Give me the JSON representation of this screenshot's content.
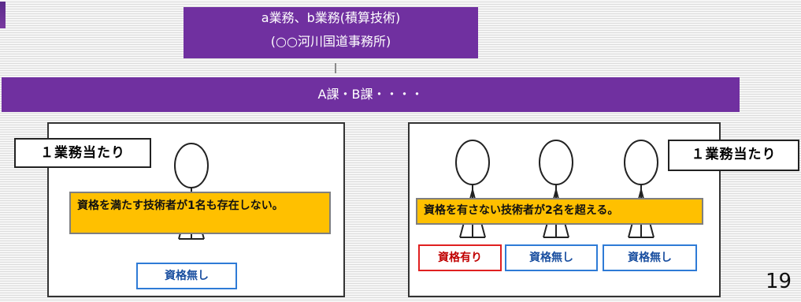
{
  "header": {
    "line1": "a業務、b業務(積算技術)",
    "line2": "(○○河川国道事務所)"
  },
  "department": "A課・B課・・・・",
  "left_case": {
    "label": "１業務当たり",
    "note": "資格を満たす技術者が1名も存在しない。",
    "people": [
      {
        "badge": "資格無し",
        "status": "none"
      }
    ]
  },
  "right_case": {
    "label": "１業務当たり",
    "note": "資格を有さない技術者が2名を超える。",
    "people": [
      {
        "badge": "資格有り",
        "status": "qualified"
      },
      {
        "badge": "資格無し",
        "status": "none"
      },
      {
        "badge": "資格無し",
        "status": "none"
      }
    ]
  },
  "page_number": "19",
  "colors": {
    "header_bg": "#7030a0",
    "note_bg": "#ffc000",
    "qualified_border": "#e02020",
    "unqualified_border": "#2e7bd6"
  }
}
